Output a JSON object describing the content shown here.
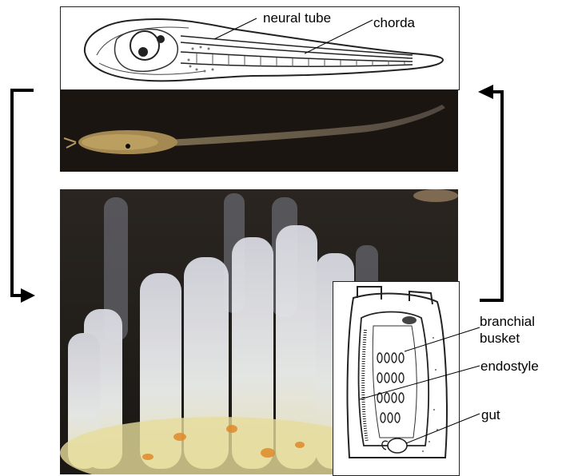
{
  "labels": {
    "neural_tube": "neural tube",
    "chorda": "chorda",
    "branchial_basket": "branchial\nbusket",
    "endostyle": "endostyle",
    "gut": "gut"
  }
}
